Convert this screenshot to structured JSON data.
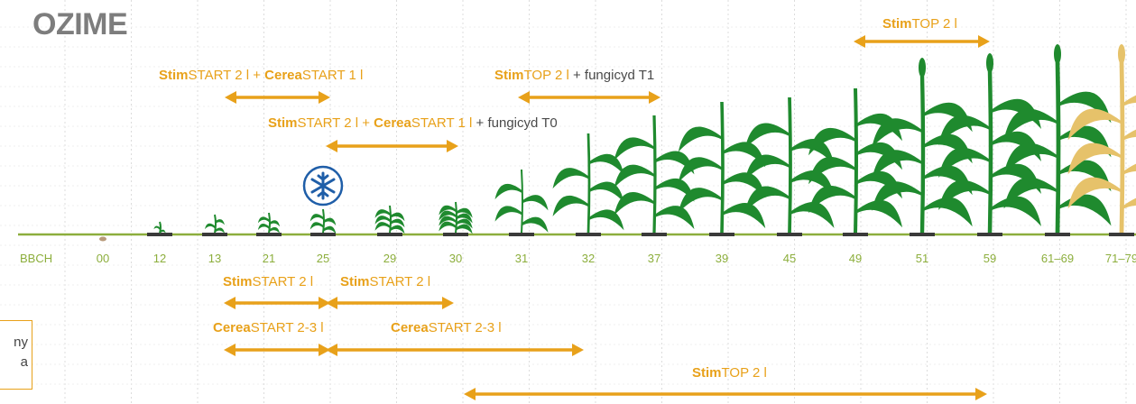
{
  "title": "OZIME",
  "bbch": {
    "header": "BBCH",
    "stages": [
      "00",
      "12",
      "13",
      "21",
      "25",
      "29",
      "30",
      "31",
      "32",
      "37",
      "39",
      "45",
      "49",
      "51",
      "59",
      "61–69",
      "71–79"
    ]
  },
  "note_fragments": [
    "ny",
    "a"
  ],
  "top_labels": {
    "a": {
      "bold": "Stim",
      "rest": "START 2 l + ",
      "bold2": "Cerea",
      "rest2": "START 1 l"
    },
    "b": {
      "bold": "Stim",
      "rest": "START 2 l + ",
      "bold2": "Cerea",
      "rest2": "START 1 l",
      "suffix": " + fungicyd T0"
    },
    "c": {
      "bold": "Stim",
      "rest": "TOP 2 l",
      "suffix": " + fungicyd T1"
    },
    "d": {
      "bold": "Stim",
      "rest": "TOP 2 l"
    }
  },
  "bottom_labels": {
    "a": {
      "bold": "Stim",
      "rest": "START 2 l"
    },
    "b": {
      "bold": "Stim",
      "rest": "START 2 l"
    },
    "c": {
      "bold": "Cerea",
      "rest": "START 2-3 l"
    },
    "d": {
      "bold": "Cerea",
      "rest": "START 2-3 l"
    },
    "e": {
      "bold": "Stim",
      "rest": "TOP 2 l"
    }
  },
  "icons": {
    "frost": "snowflake-icon",
    "seed": "seed-icon",
    "plant": "plant-icon"
  },
  "colors": {
    "orange": "#e8a11a",
    "green": "#8cae3c",
    "plant": "#1f8a2e",
    "ripe": "#e6c26a",
    "title": "#7d7d7d",
    "blue": "#1f5ea8"
  }
}
